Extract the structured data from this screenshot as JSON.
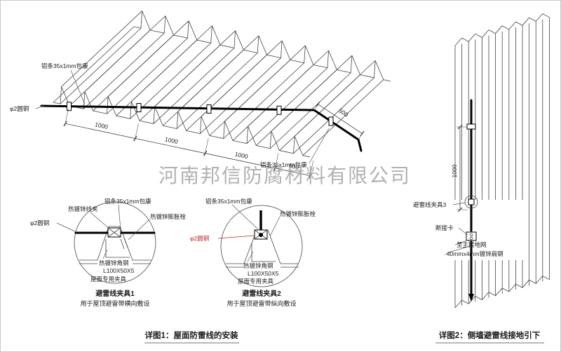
{
  "watermark": "河南邦信防腐材料有限公司",
  "colors": {
    "line": "#454545",
    "wire": "#000000",
    "red": "#c42222",
    "watermark": "#9e9e9e"
  },
  "roof": {
    "labels": {
      "alum": "铝条35x1mm包康",
      "round_steel": "φ2圆钢"
    },
    "dims": [
      "1000",
      "1000",
      "1000",
      "500"
    ],
    "diag_dim": "500"
  },
  "detail1": {
    "labels": {
      "wire_clamp": "热镀锌线夹",
      "alum": "铝条35x1mm包康",
      "expansion_bolt": "热镀锌膨胀栓",
      "round_steel": "φ2圆钢",
      "angle_steel": "热镀锌角钢",
      "angle_spec": "L100X50X5",
      "roof_clamp": "屋面专用夹具"
    },
    "title": "避雷线夹具1",
    "subtitle": "用于屋顶避雷带横向敷设"
  },
  "detail2": {
    "labels": {
      "alum": "铝条35x1mm包康",
      "expansion_bolt": "热镀锌膨胀栓",
      "round_steel": "φ2圆钢",
      "angle_steel": "热镀锌角钢",
      "angle_spec": "L100X50X5",
      "roof_clamp": "屋面专用夹具"
    },
    "title": "避雷线夹具2",
    "subtitle": "用于屋顶避雷带纵向敷设"
  },
  "wall": {
    "labels": {
      "clamp3": "避雷线夹具3",
      "disconnect": "断接卡",
      "to_ground": "至主接地网",
      "flat_steel": "-40mmx4mm镀锌扁钢",
      "dim_1000": "1000"
    }
  },
  "captions": {
    "detail1": "详图1：屋面防雷线的安装",
    "detail2": "详图2：侧墙避雷线接地引下"
  }
}
